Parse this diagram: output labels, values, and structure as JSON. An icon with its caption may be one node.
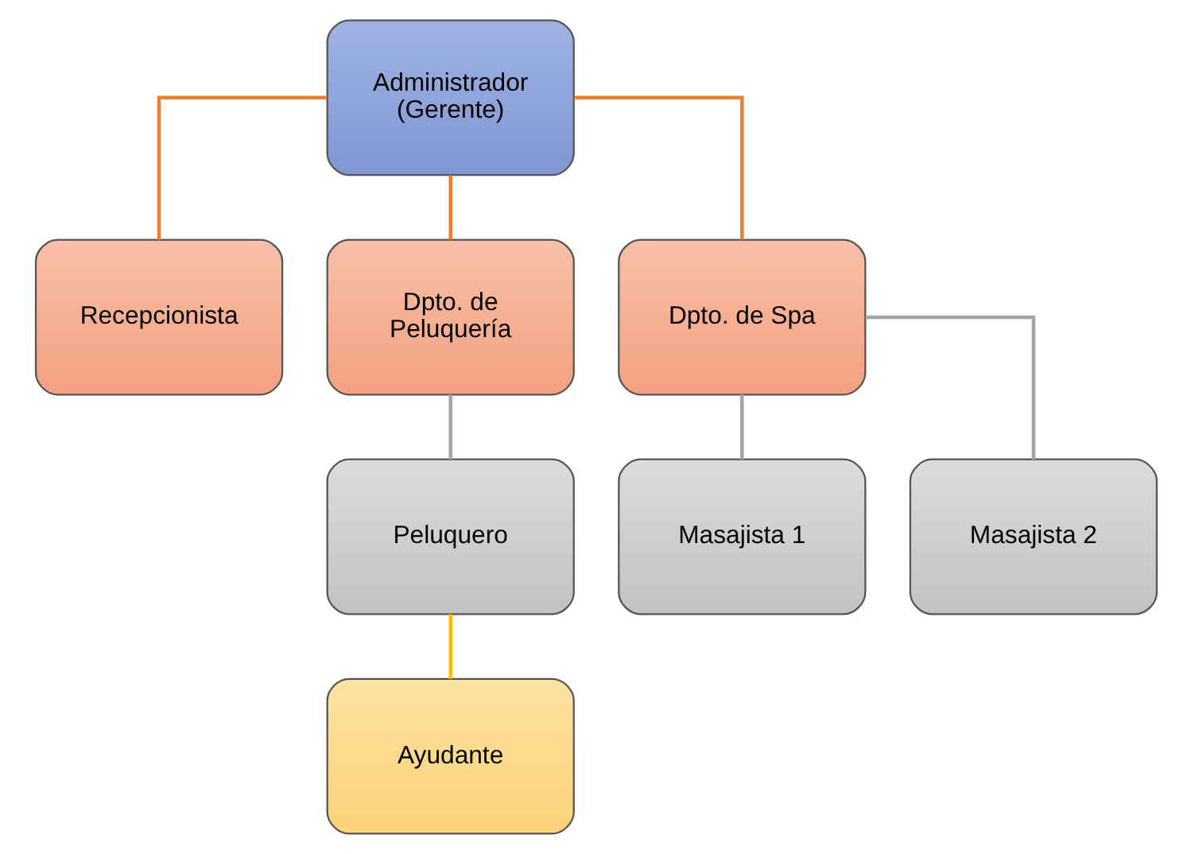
{
  "diagram": {
    "nodes": [
      {
        "text": [
          "Administrador (Gerente)"
        ]
      },
      {
        "text": [
          "Recepcionista"
        ]
      },
      {
        "text": [
          "Dpto. de Peluquería"
        ]
      },
      {
        "text": [
          "Dpto. de Spa"
        ]
      },
      {
        "text": [
          "Peluquero"
        ]
      },
      {
        "text": [
          "Ayudante"
        ]
      },
      {
        "text": [
          "Masajista 1"
        ]
      },
      {
        "text": [
          "Masajista 2"
        ]
      }
    ],
    "edges": [
      {
        "from": 0,
        "to": 1,
        "arrow": "none",
        "color": "#ed7d31"
      },
      {
        "from": 0,
        "to": 2,
        "arrow": "none",
        "color": "#ed7d31"
      },
      {
        "from": 0,
        "to": 3,
        "arrow": "none",
        "color": "#ed7d31"
      },
      {
        "from": 2,
        "to": 4,
        "arrow": "none",
        "color": "#a5a5a5"
      },
      {
        "from": 4,
        "to": 5,
        "arrow": "none",
        "color": "#ffc000"
      },
      {
        "from": 3,
        "to": 6,
        "arrow": "none",
        "color": "#a5a5a5"
      },
      {
        "from": 3,
        "to": 7,
        "arrow": "none",
        "color": "#a5a5a5"
      }
    ]
  }
}
